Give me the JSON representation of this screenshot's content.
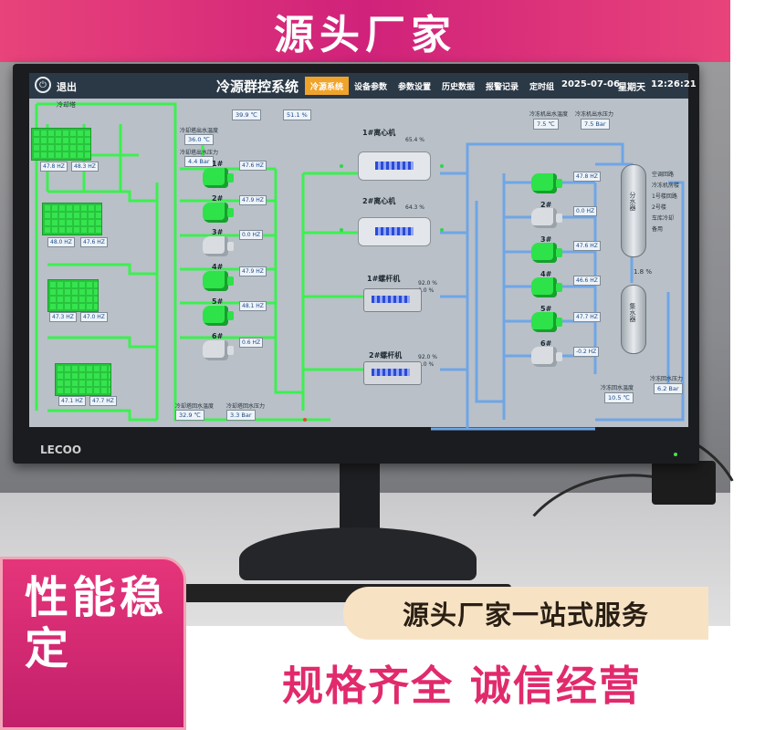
{
  "banner": {
    "top_text": "源头厂家"
  },
  "screen": {
    "header": {
      "exit_label": "退出",
      "title": "冷源群控系统",
      "tabs": [
        {
          "label": "冷源系统",
          "active": true
        },
        {
          "label": "设备参数",
          "active": false
        },
        {
          "label": "参数设置",
          "active": false
        },
        {
          "label": "历史数据",
          "active": false
        },
        {
          "label": "报警记录",
          "active": false
        },
        {
          "label": "定时组",
          "active": false
        }
      ],
      "date": "2025-07-06",
      "weekday": "星期天",
      "time": "12:26:21"
    },
    "cooling_tower_label": "冷却塔",
    "top_readouts": [
      {
        "value": "39.9 ℃"
      },
      {
        "value": "51.1 %"
      }
    ],
    "left_readouts": [
      {
        "label": "冷却塔出水温度",
        "value": "36.0 ℃"
      },
      {
        "label": "冷却塔出水压力",
        "value": "4.4 Bar"
      }
    ],
    "tower_hz": [
      "47.8 HZ",
      "48.3 HZ",
      "48.0 HZ",
      "47.6 HZ",
      "47.3 HZ",
      "47.0 HZ",
      "47.1 HZ",
      "47.7 HZ"
    ],
    "cooling_pumps": [
      {
        "name": "1#",
        "hz": "47.6 HZ",
        "on": true
      },
      {
        "name": "2#",
        "hz": "47.9 HZ",
        "on": true
      },
      {
        "name": "3#",
        "hz": "0.0 HZ",
        "on": false
      },
      {
        "name": "4#",
        "hz": "47.9 HZ",
        "on": true
      },
      {
        "name": "5#",
        "hz": "48.1 HZ",
        "on": true
      },
      {
        "name": "6#",
        "hz": "0.6 HZ",
        "on": false
      }
    ],
    "bottom_readouts": [
      {
        "label": "冷却塔回水温度",
        "value": "32.9 ℃"
      },
      {
        "label": "冷却塔回水压力",
        "value": "3.3 Bar"
      }
    ],
    "chillers": [
      {
        "name": "1#离心机",
        "load": "65.4 %"
      },
      {
        "name": "2#离心机",
        "load": "64.3 %"
      },
      {
        "name": "1#螺杆机",
        "load": "92.0 %",
        "load2": "0.0 %"
      },
      {
        "name": "2#螺杆机",
        "load": "92.0 %",
        "load2": "0.0 %"
      }
    ],
    "chilled_top": [
      {
        "label": "冷冻机出水温度",
        "value": "7.5 ℃"
      },
      {
        "label": "冷冻机出水压力",
        "value": "7.5 Bar"
      }
    ],
    "chilled_pumps": [
      {
        "name": "1#",
        "hz": "47.8 HZ",
        "on": true
      },
      {
        "name": "2#",
        "hz": "0.0 HZ",
        "on": false
      },
      {
        "name": "3#",
        "hz": "47.6 HZ",
        "on": true
      },
      {
        "name": "4#",
        "hz": "46.6 HZ",
        "on": true
      },
      {
        "name": "5#",
        "hz": "47.7 HZ",
        "on": true
      },
      {
        "name": "6#",
        "hz": "-0.2 HZ",
        "on": false
      }
    ],
    "distributor_label": "分水器",
    "collector_label": "集水器",
    "branch_lines": [
      "空调回路",
      "冷冻机房楼",
      "1号楼回路",
      "2号楼",
      "车库冷却",
      "备用"
    ],
    "bypass_value": "1.8 %",
    "chilled_bottom": [
      {
        "label": "冷冻回水温度",
        "value": "10.5 ℃"
      },
      {
        "label": "冷冻回水压力",
        "value": "6.2 Bar"
      }
    ],
    "bezel_logo": "LECOO"
  },
  "overlay": {
    "stable_text": "性能稳定",
    "service_tag": "源头厂家一站式服务",
    "slogan": "规格齐全  诚信经营"
  },
  "colors": {
    "brand_pink": "#d0227a",
    "pipe_green": "#3cf04f",
    "pipe_blue": "#6fa6e6",
    "tab_active": "#f0a32b"
  }
}
